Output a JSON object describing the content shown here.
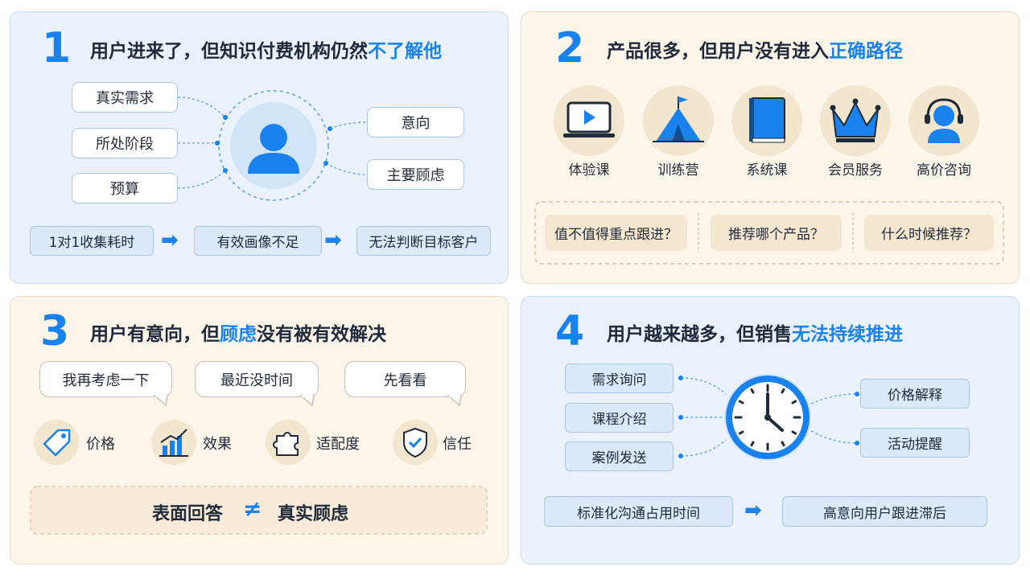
{
  "panel1": {
    "number": "1",
    "title_prefix": "用户进来了，但知识付费机构仍然",
    "title_highlight": "不了解他",
    "left_items": [
      "真实需求",
      "所处阶段",
      "预算"
    ],
    "right_items": [
      "意向",
      "主要顾虑"
    ],
    "flow": [
      "1对1收集耗时",
      "有效画像不足",
      "无法判断目标客户"
    ]
  },
  "panel2": {
    "number": "2",
    "title_prefix": "产品很多，但用户没有进入",
    "title_highlight": "正确路径",
    "products": [
      {
        "label": "体验课",
        "icon": "laptop-play-icon"
      },
      {
        "label": "训练营",
        "icon": "tent-flag-icon"
      },
      {
        "label": "系统课",
        "icon": "book-icon"
      },
      {
        "label": "会员服务",
        "icon": "crown-icon"
      },
      {
        "label": "高价咨询",
        "icon": "headset-icon"
      }
    ],
    "questions": [
      "值不值得重点跟进？",
      "推荐哪个产品？",
      "什么时候推荐？"
    ]
  },
  "panel3": {
    "number": "3",
    "title_prefix": "用户有意向，但",
    "title_highlight": "顾虑",
    "title_suffix": "没有被有效解决",
    "bubbles": [
      "我再考虑一下",
      "最近没时间",
      "先看看"
    ],
    "factors": [
      {
        "label": "价格",
        "icon": "price-tag-icon"
      },
      {
        "label": "效果",
        "icon": "bar-chart-icon"
      },
      {
        "label": "适配度",
        "icon": "puzzle-icon"
      },
      {
        "label": "信任",
        "icon": "shield-check-icon"
      }
    ],
    "bottom_left": "表面回答",
    "bottom_symbol": "≠",
    "bottom_right": "真实顾虑"
  },
  "panel4": {
    "number": "4",
    "title_prefix": "用户越来越多，但销售",
    "title_highlight": "无法持续推进",
    "left_items": [
      "需求询问",
      "课程介绍",
      "案例发送"
    ],
    "right_items": [
      "价格解释",
      "活动提醒"
    ],
    "flow": [
      "标准化沟通占用时间",
      "高意向用户跟进滞后"
    ]
  },
  "colors": {
    "accent": "#1a82ef",
    "blue_panel": "#eaf2fd",
    "beige_panel": "#fcf5ea"
  }
}
